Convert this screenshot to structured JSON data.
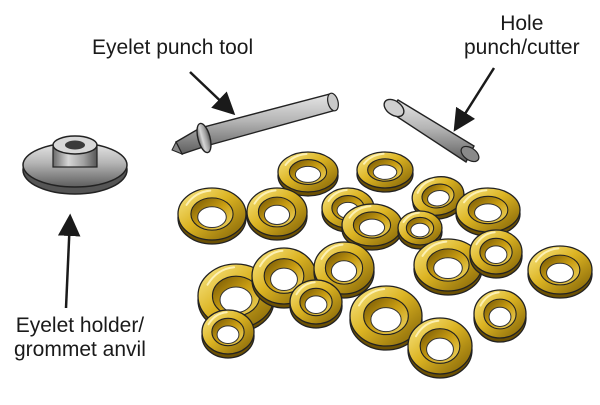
{
  "labels": {
    "eyelet_punch_tool": "Eyelet punch tool",
    "hole_punch": {
      "line1": "Hole",
      "line2": "punch/cutter"
    },
    "eyelet_holder": {
      "line1": "Eyelet holder/",
      "line2": "grommet anvil"
    }
  },
  "colors": {
    "brass_light": "#f7e27a",
    "brass_mid": "#d9b21e",
    "brass_dark": "#8a6a05",
    "steel_light": "#dcdcdc",
    "steel_mid": "#a9a9a9",
    "steel_dark": "#5c5c5c",
    "outline": "#222222"
  }
}
